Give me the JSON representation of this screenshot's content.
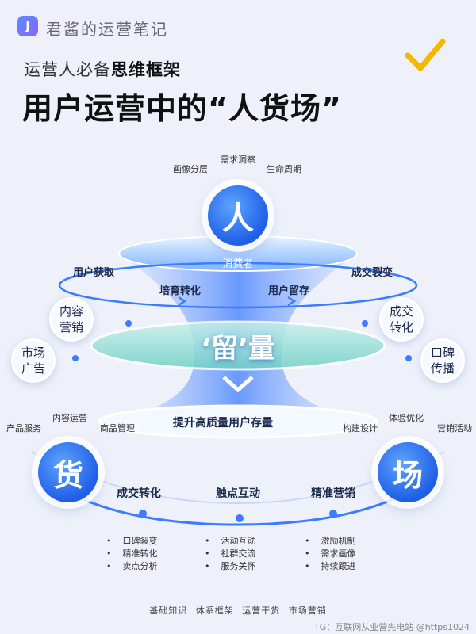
{
  "brand": {
    "logo_letter": "J",
    "name": "君酱的运营笔记"
  },
  "subtitle": {
    "normal": "运营人必备",
    "bold": "思维框架"
  },
  "title": "用户运营中的“人货场”",
  "check_icon": "checkmark-icon",
  "people": {
    "label": "人",
    "tags": [
      "画像分层",
      "需求洞察",
      "生命周期"
    ],
    "disc_label": "消费者"
  },
  "funnel": {
    "top_left": "用户获取",
    "top_right": "成交裂变",
    "mid_left": "培育转化",
    "mid_right": "用户留存",
    "center_label": "‘留’量",
    "store_label": "提升高质量用户存量"
  },
  "side_circles": {
    "left_top": "内容\n营销",
    "left_bottom": "市场\n广告",
    "right_top": "成交\n转化",
    "right_bottom": "口碑\n传播"
  },
  "goods": {
    "label": "货",
    "tags": [
      "产品服务",
      "内容运营",
      "商品管理"
    ]
  },
  "field": {
    "label": "场",
    "tags": [
      "构建设计",
      "体验优化",
      "营销活动"
    ]
  },
  "bottom_sections": [
    {
      "title": "成交转化",
      "items": [
        "口碑裂变",
        "精准转化",
        "卖点分析"
      ]
    },
    {
      "title": "触点互动",
      "items": [
        "活动互动",
        "社群交流",
        "服务关怀"
      ]
    },
    {
      "title": "精准营销",
      "items": [
        "激励机制",
        "需求画像",
        "持续跟进"
      ]
    }
  ],
  "footer_nav": [
    "基础知识",
    "体系框架",
    "运营干货",
    "市场营销"
  ],
  "watermark": "TG：互联网从业营先电站 @https1024",
  "colors": {
    "accent": "#1e5fe6",
    "check": "#f5b800",
    "background": "#eef1fa"
  }
}
